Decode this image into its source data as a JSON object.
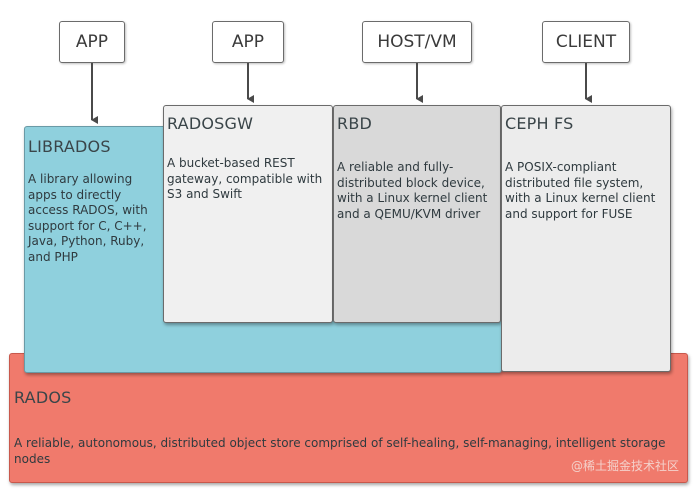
{
  "clients": [
    {
      "id": "app1",
      "label": "APP"
    },
    {
      "id": "app2",
      "label": "APP"
    },
    {
      "id": "hostvm",
      "label": "HOST/VM"
    },
    {
      "id": "client",
      "label": "CLIENT"
    }
  ],
  "components": {
    "librados": {
      "title": "LIBRADOS",
      "desc": "A library allowing apps to directly access RADOS, with support for C, C++, Java, Python, Ruby, and PHP",
      "color": "#8fd0dd"
    },
    "radosgw": {
      "title": "RADOSGW",
      "desc": "A bucket-based REST gateway, compatible with S3 and Swift",
      "color": "#f0f0f0"
    },
    "rbd": {
      "title": "RBD",
      "desc": "A reliable and fully-distributed block device, with a Linux kernel client and a QEMU/KVM driver",
      "color": "#d9d9d9"
    },
    "cephfs": {
      "title": "CEPH FS",
      "desc": "A POSIX-compliant distributed file system, with a Linux kernel client and support for FUSE",
      "color": "#ececec"
    },
    "rados": {
      "title": "RADOS",
      "desc": "A reliable, autonomous, distributed object store comprised of self-healing, self-managing, intelligent storage nodes",
      "color": "#f07a6c"
    }
  },
  "watermark": "@稀土掘金技术社区"
}
